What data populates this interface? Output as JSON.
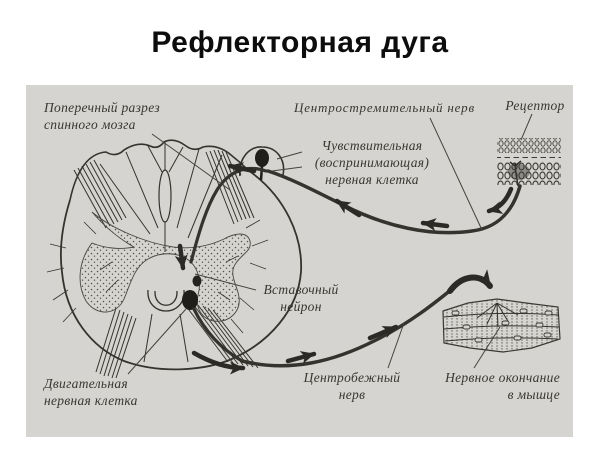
{
  "title": "Рефлекторная дуга",
  "diagram": {
    "labels": {
      "cross_section_line1": "Поперечный разрез",
      "cross_section_line2": "спинного мозга",
      "afferent_nerve": "Центростремительный нерв",
      "receptor": "Рецептор",
      "sensory_line1": "Чувствительная",
      "sensory_line2": "(воспринимающая)",
      "sensory_line3": "нервная клетка",
      "interneuron_line1": "Вставочный",
      "interneuron_line2": "нейрон",
      "motor_line1": "Двигательная",
      "motor_line2": "нервная клетка",
      "efferent_line1": "Центробежный",
      "efferent_line2": "нерв",
      "ending_line1": "Нервное окончание",
      "ending_line2": "в мышце"
    },
    "colors": {
      "slide_background": "#ffffff",
      "paper_background": "#d6d4d0",
      "ink": "#35332d",
      "arrow_ink": "#2b2a26",
      "label_ink": "#38362f",
      "title_ink": "#0d0d0d"
    }
  }
}
